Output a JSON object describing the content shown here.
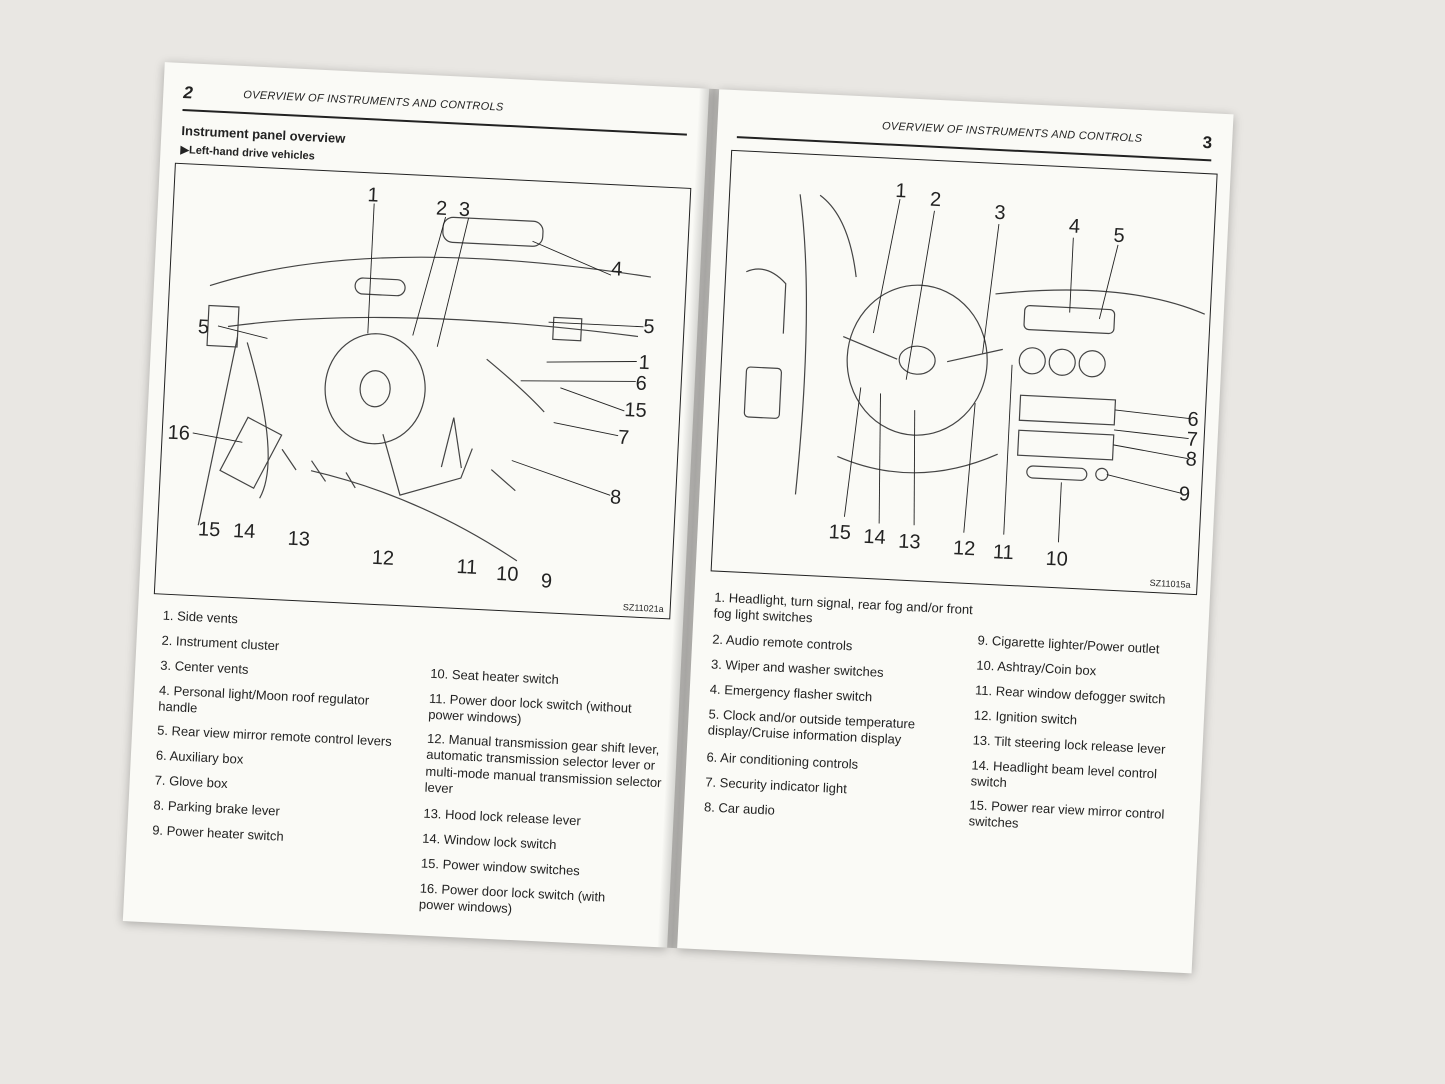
{
  "left_page": {
    "page_number": "2",
    "running_head": "OVERVIEW OF INSTRUMENTS AND CONTROLS",
    "section_title": "Instrument panel overview",
    "subtitle": "▶Left-hand drive vehicles",
    "figure_ref": "SZ11021a",
    "callouts": [
      "1",
      "2",
      "3",
      "4",
      "5",
      "5",
      "1",
      "6",
      "15",
      "7",
      "8",
      "16",
      "15",
      "14",
      "13",
      "12",
      "11",
      "10",
      "9"
    ],
    "captions_col1": [
      "1. Side vents",
      "2. Instrument cluster",
      "3. Center vents",
      "4. Personal light/Moon roof regulator handle",
      "5. Rear view mirror remote control levers",
      "6. Auxiliary box",
      "7. Glove box",
      "8. Parking brake lever",
      "9. Power heater switch"
    ],
    "captions_col2": [
      "10. Seat heater switch",
      "11. Power door lock switch (without power windows)",
      "12. Manual transmission gear shift lever, automatic transmission selector lever or multi-mode manual transmission selector lever",
      "13. Hood lock release lever",
      "14. Window lock switch",
      "15. Power window switches",
      "16. Power door lock switch (with power windows)"
    ]
  },
  "right_page": {
    "page_number": "3",
    "running_head": "OVERVIEW OF INSTRUMENTS AND CONTROLS",
    "figure_ref": "SZ11015a",
    "callouts": [
      "1",
      "2",
      "3",
      "4",
      "5",
      "6",
      "7",
      "8",
      "9",
      "15",
      "14",
      "13",
      "12",
      "11",
      "10"
    ],
    "captions_col1": [
      "1. Headlight, turn signal, rear fog and/or front fog light switches",
      "2. Audio remote controls",
      "3. Wiper and washer switches",
      "4. Emergency flasher switch",
      "5. Clock and/or outside temperature display/Cruise information display",
      "6. Air conditioning controls",
      "7. Security indicator light",
      "8. Car audio"
    ],
    "captions_col2": [
      "9. Cigarette lighter/Power outlet",
      "10. Ashtray/Coin box",
      "11. Rear window defogger switch",
      "12. Ignition switch",
      "13. Tilt steering lock release lever",
      "14. Headlight beam level control switch",
      "15. Power rear view mirror control switches"
    ]
  }
}
